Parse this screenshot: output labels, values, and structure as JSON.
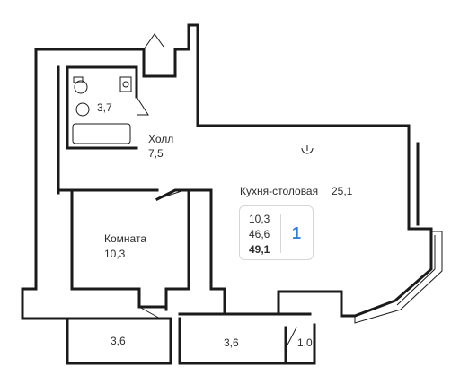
{
  "rooms": {
    "bathroom": {
      "area": "3,7"
    },
    "hall": {
      "name": "Холл",
      "area": "7,5"
    },
    "kitchen": {
      "name": "Кухня-столовая",
      "area": "25,1"
    },
    "room": {
      "name": "Комната",
      "area": "10,3"
    },
    "balcony_left": {
      "area": "3,6"
    },
    "balcony_mid": {
      "area": "3,6"
    },
    "balcony_right": {
      "area": "1,0"
    }
  },
  "summary": {
    "living_area": "10,3",
    "useful_area": "46,6",
    "total_area": "49,1",
    "rooms_count": "1"
  },
  "colors": {
    "wall": "#1a1a1a",
    "text": "#2b2b2b",
    "accent": "#2a7de1",
    "card_border": "#d6d6d6"
  }
}
